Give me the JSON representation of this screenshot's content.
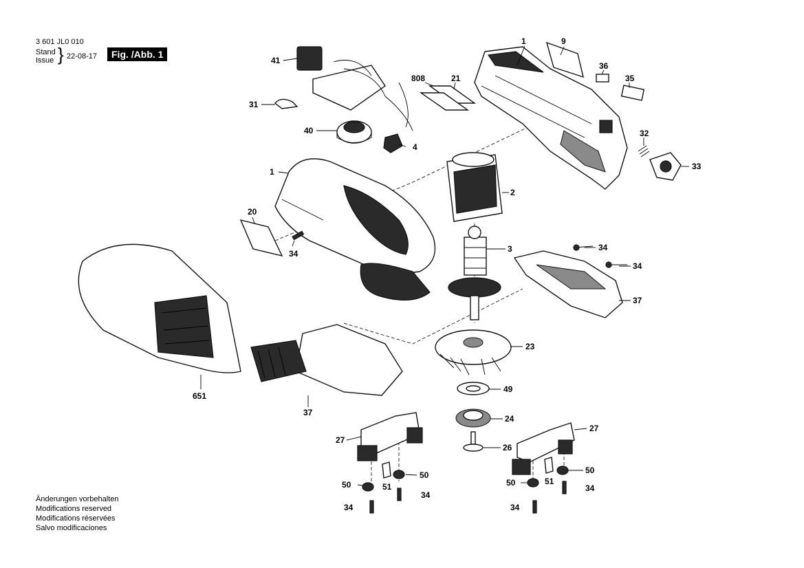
{
  "header": {
    "part_number": "3 601 JL0 010",
    "stand_label": "Stand",
    "issue_label": "Issue",
    "date": "22-08-17",
    "figure": "Fig. /Abb. 1"
  },
  "notes": [
    "Änderungen vorbehalten",
    "Modifications reserved",
    "Modifications réservées",
    "Salvo modificaciones"
  ],
  "callouts": {
    "c1a": "1",
    "c9": "9",
    "c36": "36",
    "c35": "35",
    "c808": "808",
    "c21": "21",
    "c41": "41",
    "c31": "31",
    "c40": "40",
    "c4": "4",
    "c32": "32",
    "c33": "33",
    "c1b": "1",
    "c2": "2",
    "c20": "20",
    "c34a": "34",
    "c3": "3",
    "c34b": "34",
    "c34c": "34",
    "c37a": "37",
    "c23": "23",
    "c651": "651",
    "c37b": "37",
    "c49": "49",
    "c24": "24",
    "c26": "26",
    "c27a": "27",
    "c27b": "27",
    "c50a": "50",
    "c50b": "50",
    "c50c": "50",
    "c50d": "50",
    "c51a": "51",
    "c51b": "51",
    "c34d": "34",
    "c34e": "34",
    "c34f": "34",
    "c34g": "34"
  }
}
